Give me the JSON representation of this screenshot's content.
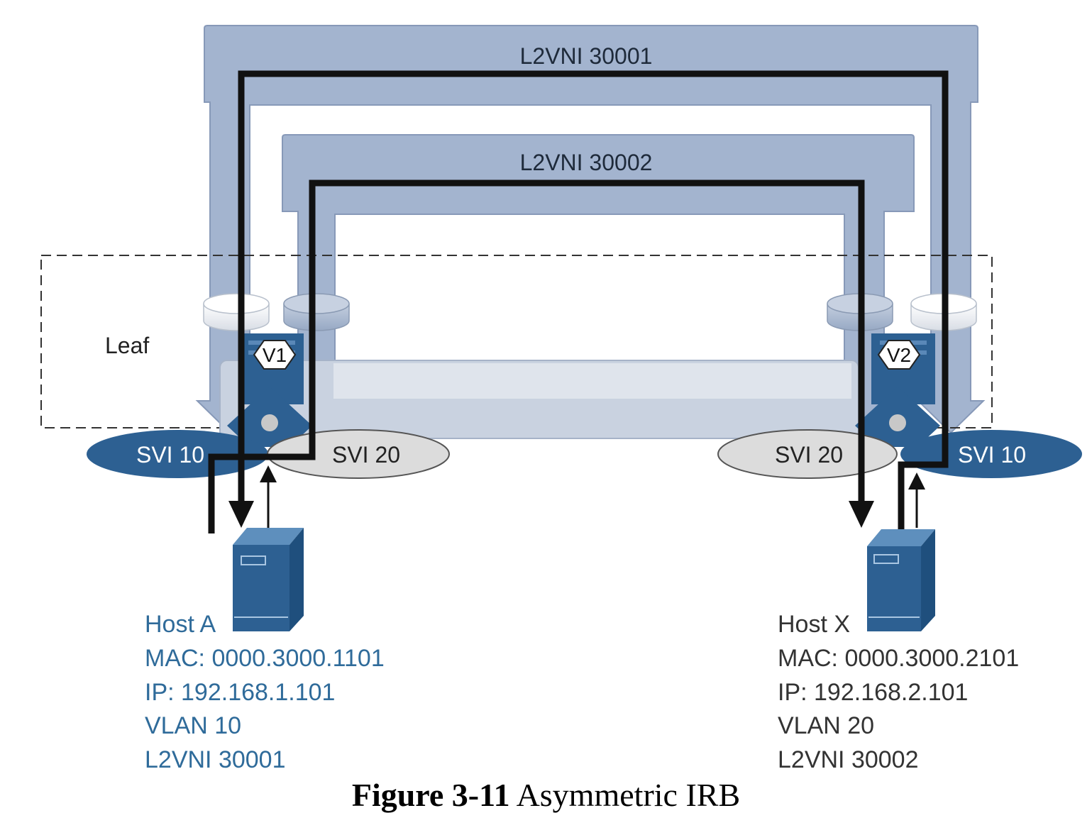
{
  "overlays": {
    "top": "L2VNI 30001",
    "inner": "L2VNI 30002"
  },
  "leaf": {
    "label": "Leaf",
    "vtep_left": "V1",
    "vtep_right": "V2"
  },
  "svis": {
    "left_10": "SVI 10",
    "left_20": "SVI 20",
    "right_20": "SVI 20",
    "right_10": "SVI 10"
  },
  "hosts": {
    "a": {
      "name": "Host A",
      "mac": "MAC: 0000.3000.1101",
      "ip": "IP: 192.168.1.101",
      "vlan": "VLAN 10",
      "l2vni": "L2VNI 30001"
    },
    "x": {
      "name": "Host X",
      "mac": "MAC: 0000.3000.2101",
      "ip": "IP: 192.168.2.101",
      "vlan": "VLAN 20",
      "l2vni": "L2VNI 30002"
    }
  },
  "colors": {
    "overlay_fill": "#a3b4cf",
    "overlay_dark": "#8799b8",
    "svi_blue": "#2d6092",
    "svi_gray": "#dcdcdc",
    "host_text": "#2f6b9a",
    "host_body": "#3a6fa0",
    "path": "#111111"
  },
  "caption": {
    "number": "Figure 3-11",
    "title": "Asymmetric IRB"
  }
}
